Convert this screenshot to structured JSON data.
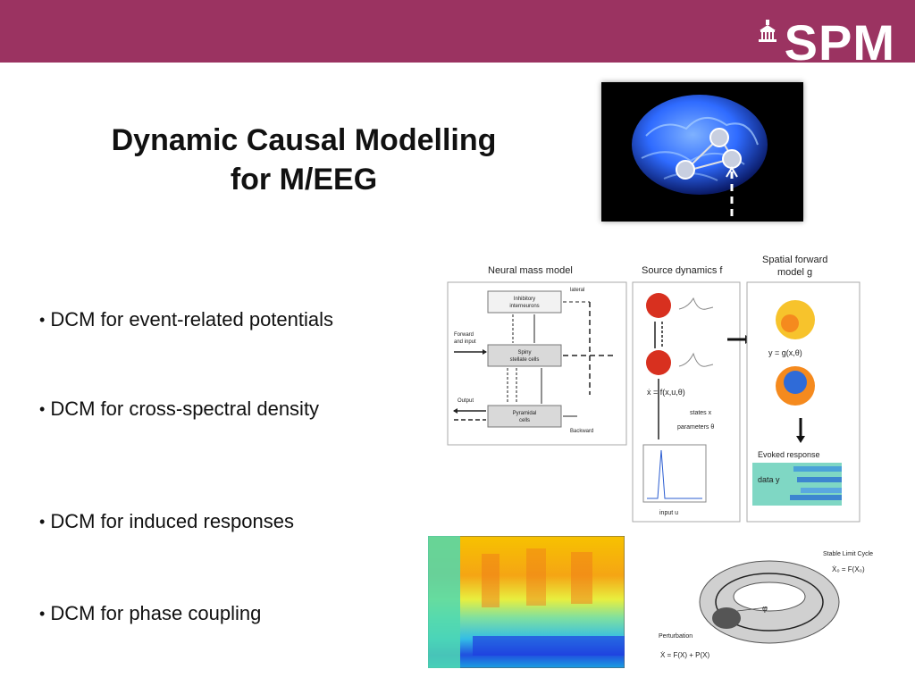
{
  "header": {
    "logo_text": "SPM"
  },
  "title": {
    "line1": "Dynamic Causal Modelling",
    "line2": "for M/EEG"
  },
  "bullets": [
    "DCM for event-related potentials",
    "DCM for cross-spectral density",
    "DCM for induced responses",
    "DCM for phase coupling"
  ],
  "diagram": {
    "panel1_title": "Neural mass model",
    "panel2_title": "Source dynamics f",
    "panel3_title_line1": "Spatial forward",
    "panel3_title_line2": "model g",
    "box_inhibitory_line1": "Inhibitory",
    "box_inhibitory_line2": "interneurons",
    "box_spiny_line1": "Spiny",
    "box_spiny_line2": "stellate cells",
    "box_pyramidal_line1": "Pyramidal",
    "box_pyramidal_line2": "cells",
    "label_lateral": "lateral",
    "label_forward_line1": "Forward",
    "label_forward_line2": "and input",
    "label_output": "Output",
    "label_backward": "Backward",
    "eq_dynamics": "ẋ = f(x,u,θ)",
    "eq_forward": "y = g(x,θ)",
    "label_states": "states x",
    "label_parameters": "parameters θ",
    "label_input": "input u",
    "label_evoked": "Evoked response",
    "label_data": "data y"
  },
  "torus": {
    "label_cycle": "Stable Limit Cycle",
    "eq_cycle": "Ẋ₀ = F(X₀)",
    "label_perturbation": "Perturbation",
    "eq_perturb": "Ẋ = F(X) + P(X)",
    "label_phi": "φ"
  },
  "colors": {
    "header_bg": "#9b3361",
    "brain_blue": "#2f6bff",
    "node_red": "#d8301f"
  }
}
